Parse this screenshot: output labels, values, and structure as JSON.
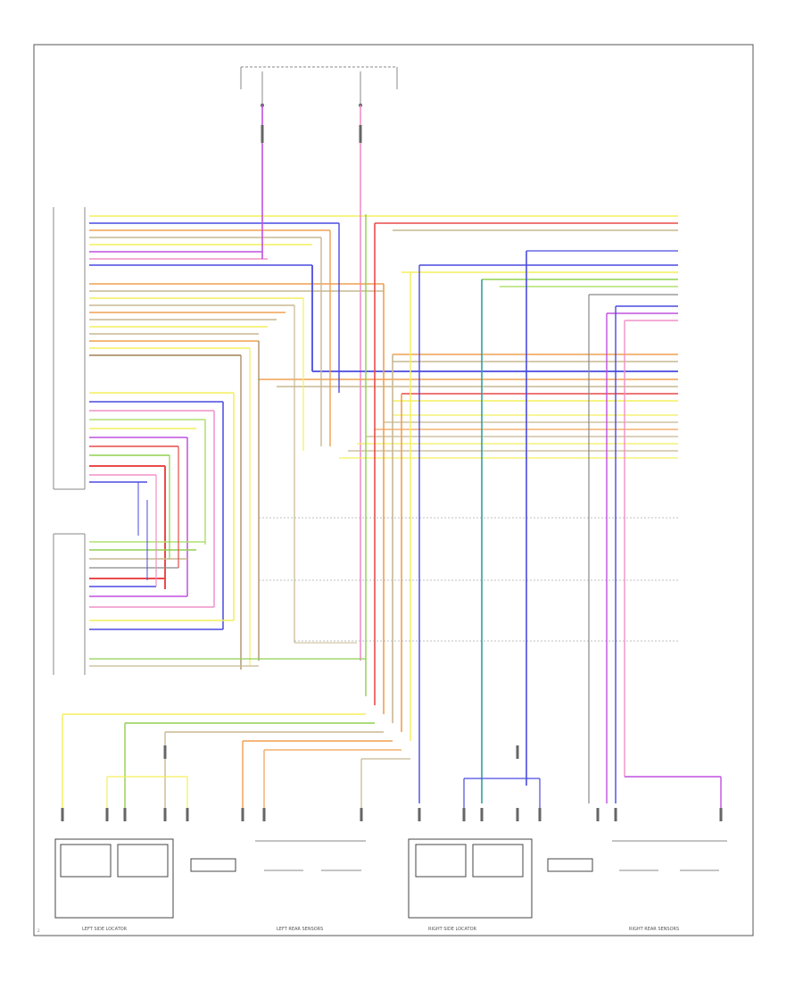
{
  "colors": {
    "yellow": "#f3ef5c",
    "blue": "#4a4ae0",
    "red": "#ea4a4a",
    "orange": "#f0a050",
    "tan": "#c8b890",
    "violet": "#c050e0",
    "pink": "#f090c8",
    "green": "#90d050",
    "teal": "#30a0a0",
    "grey": "#888888",
    "brown": "#a08050",
    "lightgreen": "#b0e070"
  },
  "labels": {
    "bottom_groups": [
      "LEFT SIDE LOCATOR",
      "LEFT REAR SENSORS",
      "RIGHT SIDE LOCATOR",
      "RIGHT REAR SENSORS"
    ],
    "page_number": "2"
  }
}
